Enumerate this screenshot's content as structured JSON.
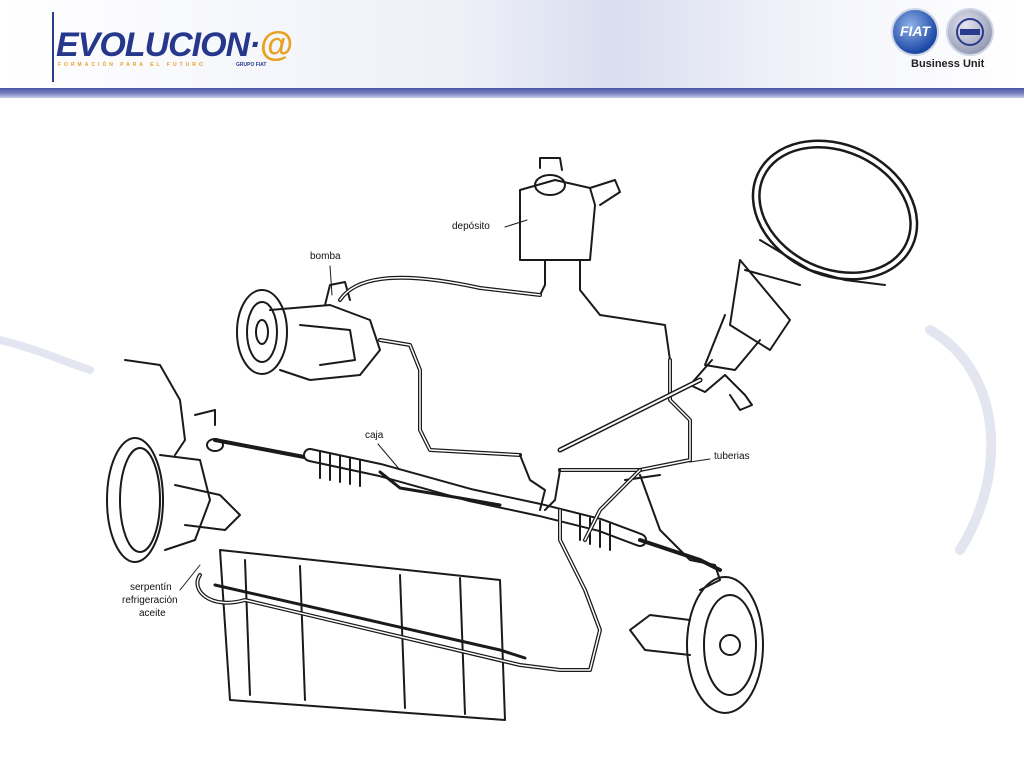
{
  "header": {
    "logo_text": "EVOLUCION·",
    "logo_at": "@",
    "logo_tagline": "FORMACIÓN PARA EL FUTURO",
    "logo_group": "GRUPO FIAT",
    "badge_fiat": "FIAT",
    "business_unit": "Business Unit"
  },
  "labels": {
    "deposito": "depósito",
    "bomba": "bomba",
    "caja": "caja",
    "tuberias": "tuberias",
    "serpentin_1": "serpentín",
    "serpentin_2": "refrigeración",
    "serpentin_3": "aceite"
  }
}
